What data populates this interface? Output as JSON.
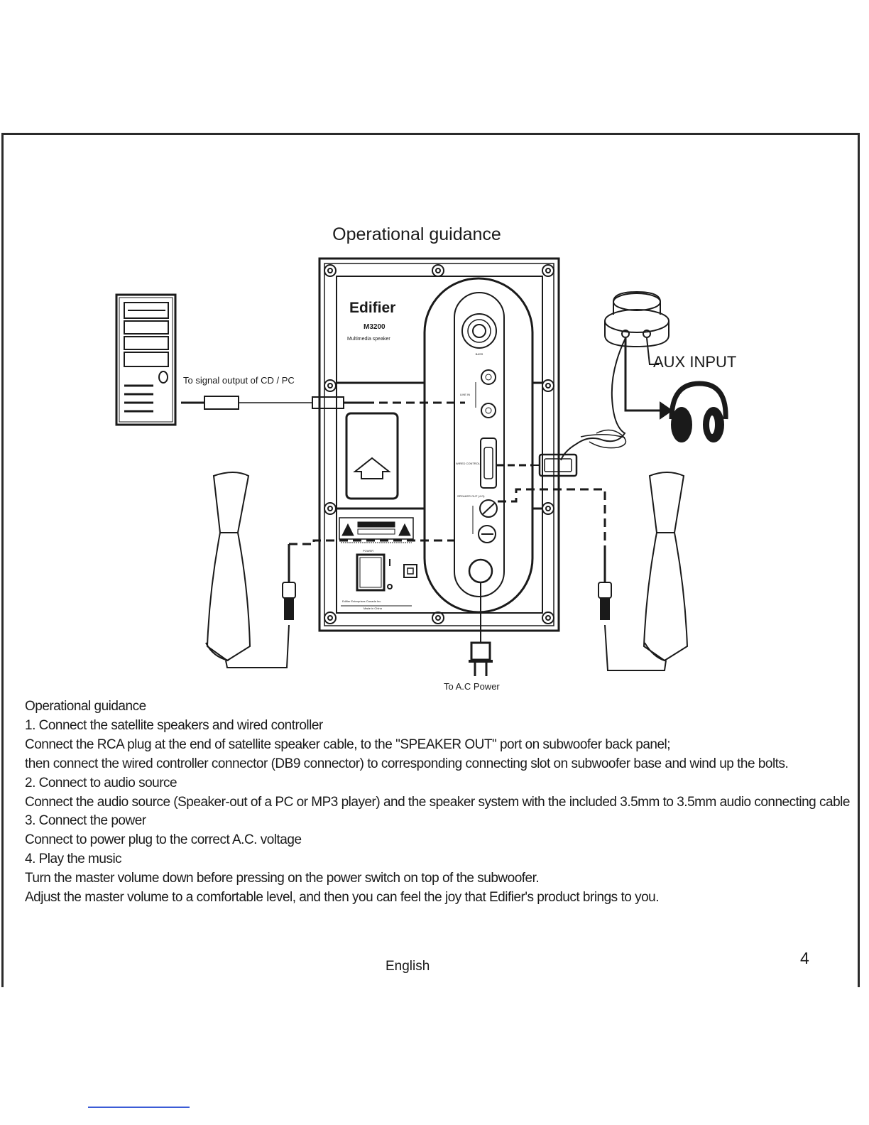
{
  "diagram": {
    "title": "Operational guidance",
    "brand": "Edifier",
    "model": "M3200",
    "subtitle": "Multimedia speaker",
    "label_signal": "To signal output of CD / PC",
    "label_aux": "AUX INPUT",
    "label_power": "To A.C Power",
    "panel_bass": "BASS",
    "panel_line_in": "LINE IN",
    "panel_wired_control": "WIRED CONTROL",
    "panel_speaker_out": "SPEAKER OUT (4 Ω)",
    "panel_power": "POWER",
    "panel_caution": "CAUTION",
    "panel_company": "Edifier Enterprises Canada Inc.",
    "panel_made_in": "Made in China"
  },
  "instructions": {
    "heading": "Operational guidance",
    "step1_title": "1. Connect the satellite speakers and wired controller",
    "step1_line1": "Connect the RCA plug at the end of satellite speaker cable, to the \"SPEAKER OUT\" port on subwoofer back panel;",
    "step1_line2": "then connect the wired controller connector (DB9 connector) to corresponding connecting slot on subwoofer base and wind up the bolts.",
    "step2_title": "2. Connect to audio source",
    "step2_line1": "Connect the audio source (Speaker-out of a PC or MP3 player) and the speaker system with the included 3.5mm to 3.5mm audio connecting cable",
    "step3_title": "3. Connect the power",
    "step3_line1": "Connect to power plug to the correct A.C. voltage",
    "step4_title": "4. Play the music",
    "step4_line1": "Turn the master volume down before pressing on the power switch on top of the subwoofer.",
    "step4_line2": "Adjust the master volume to a comfortable level, and then you can feel the joy that Edifier's product brings to you."
  },
  "footer": {
    "language": "English",
    "page_number": "4"
  }
}
